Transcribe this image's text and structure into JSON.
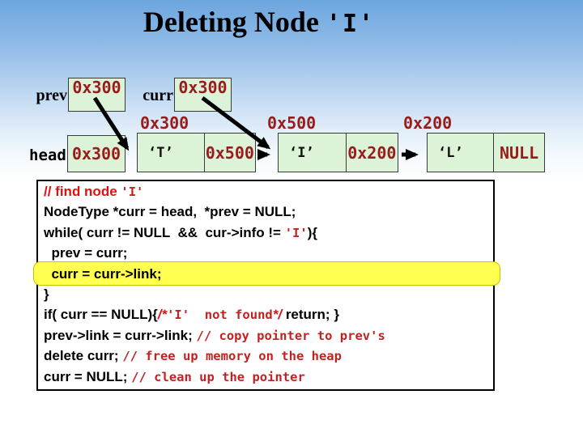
{
  "slide": {
    "title": {
      "prefix": "Deleting Node ",
      "node_char": "'I'"
    }
  },
  "diagram": {
    "pointer_vars": [
      {
        "label": "prev",
        "value": "0x300"
      },
      {
        "label": "curr",
        "value": "0x300"
      },
      {
        "label": "head",
        "value": "0x300"
      }
    ],
    "node_addresses": [
      "0x300",
      "0x500",
      "0x200"
    ],
    "nodes": [
      {
        "info": "‘T’",
        "link": "0x500"
      },
      {
        "info": "‘I’",
        "link": "0x200"
      },
      {
        "info": "‘L’",
        "link": "NULL"
      }
    ],
    "arrow_meaning": "prev points to node 0x300, curr advances to node 0x500"
  },
  "code": {
    "lines": [
      {
        "segments": [
          {
            "text": "// find node ",
            "style": "red-sans"
          },
          {
            "text": "'I'",
            "style": "red-mono"
          }
        ]
      },
      {
        "segments": [
          {
            "text": "NodeType *curr = head,  *prev = NULL;",
            "style": "black-sans"
          }
        ]
      },
      {
        "segments": [
          {
            "text": "while( curr != NULL  &&  cur->info != ",
            "style": "black-sans"
          },
          {
            "text": "'I'",
            "style": "red-mono"
          },
          {
            "text": "){",
            "style": "black-sans"
          }
        ]
      },
      {
        "segments": [
          {
            "text": "  prev = curr;",
            "style": "black-sans"
          }
        ]
      },
      {
        "segments": [
          {
            "text": "  curr = curr->link;",
            "style": "black-sans"
          }
        ]
      },
      {
        "segments": [
          {
            "text": "}",
            "style": "black-sans"
          }
        ]
      },
      {
        "segments": [
          {
            "text": "if( curr == NULL){",
            "style": "black-sans"
          },
          {
            "text": "/*",
            "style": "red-italic"
          },
          {
            "text": "'I'  not found",
            "style": "red-mono"
          },
          {
            "text": "*/",
            "style": "red-italic"
          },
          {
            "text": " return; }",
            "style": "black-sans"
          }
        ]
      },
      {
        "segments": [
          {
            "text": "prev->link = curr->link; ",
            "style": "black-sans"
          },
          {
            "text": "// copy pointer to prev's",
            "style": "red-mono"
          }
        ]
      },
      {
        "segments": [
          {
            "text": "delete curr; ",
            "style": "black-sans"
          },
          {
            "text": "// free up memory on the heap",
            "style": "red-mono"
          }
        ]
      },
      {
        "segments": [
          {
            "text": "curr = NULL; ",
            "style": "black-sans"
          },
          {
            "text": "// clean up the pointer",
            "style": "red-mono"
          }
        ]
      }
    ],
    "highlighted_line": "curr = curr->link;"
  },
  "colors": {
    "background_top": "#6ca6de",
    "background_bottom": "#ffffff",
    "box_fill": "#ddf3d8",
    "box_border": "#3a3a3a",
    "address_text": "#991b1b",
    "code_comment_red": "#c32222",
    "highlight_yellow": "#ffff4f",
    "highlight_border": "#c3c300",
    "arrow": "#000000"
  }
}
